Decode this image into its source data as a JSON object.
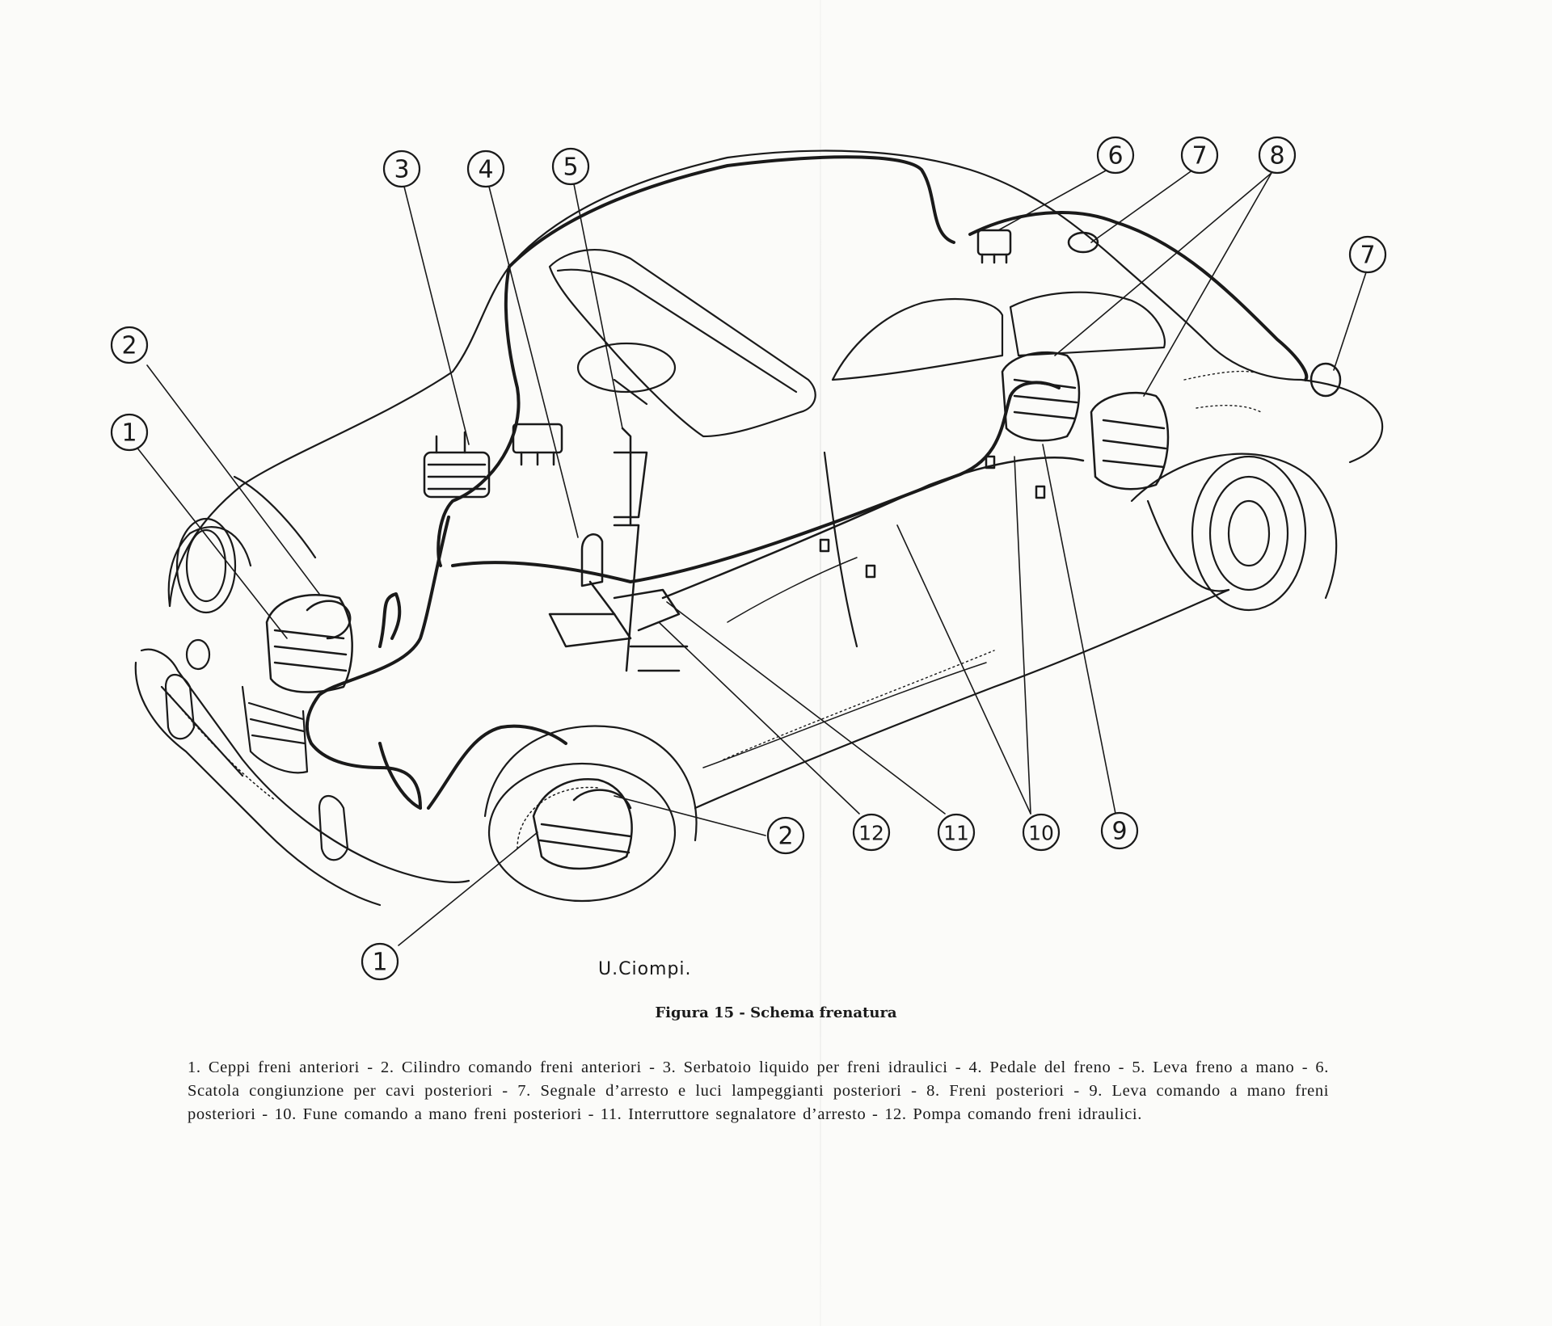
{
  "figure": {
    "signature": "U.Ciompi.",
    "caption_title": "Figura 15 - Schema frenatura",
    "legend": "1. Ceppi freni anteriori - 2. Cilindro comando freni anteriori - 3. Serbatoio liquido per freni idraulici - 4. Pedale del freno - 5. Leva freno a mano - 6. Scatola congiunzione per cavi posteriori - 7. Segnale d’arresto e luci lampeggianti posteriori - 8. Freni posteriori - 9. Leva comando a mano freni posteriori - 10. Fune comando a mano freni posteriori - 11. Interruttore segnalatore d’arresto - 12. Pompa comando freni idraulici."
  },
  "callouts": [
    {
      "label": "1"
    },
    {
      "label": "2"
    },
    {
      "label": "3"
    },
    {
      "label": "4"
    },
    {
      "label": "5"
    },
    {
      "label": "6"
    },
    {
      "label": "7"
    },
    {
      "label": "8"
    },
    {
      "label": "7"
    },
    {
      "label": "2"
    },
    {
      "label": "12"
    },
    {
      "label": "11"
    },
    {
      "label": "10"
    },
    {
      "label": "9"
    },
    {
      "label": "1"
    }
  ],
  "colors": {
    "ink": "#1a1a1a",
    "paper": "#fbfbf9"
  }
}
